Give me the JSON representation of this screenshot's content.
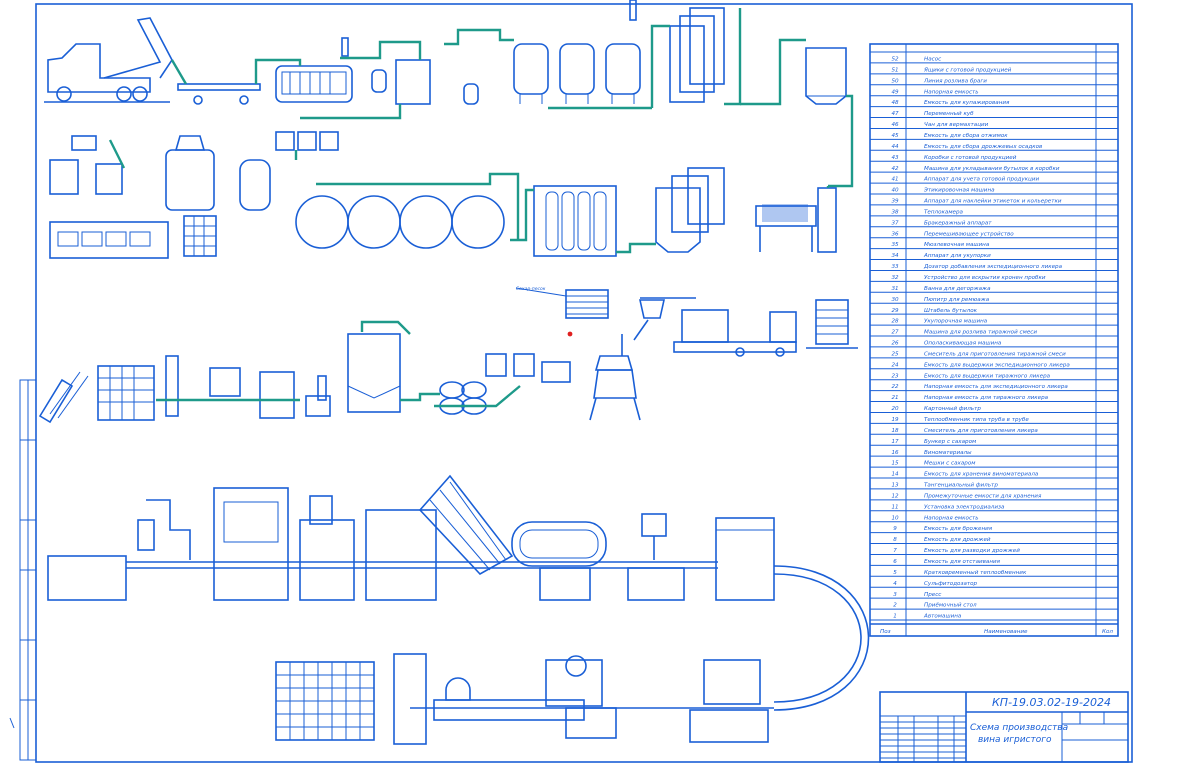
{
  "spec": {
    "header": {
      "pos": "Поз",
      "name": "Наименование",
      "qty": "Кол"
    },
    "rows": [
      {
        "num": "52",
        "name": "Насос"
      },
      {
        "num": "51",
        "name": "Ящики с готовой продукцией"
      },
      {
        "num": "50",
        "name": "Линия розлива браги"
      },
      {
        "num": "49",
        "name": "Напорная емкость"
      },
      {
        "num": "48",
        "name": "Емкость для купажирования"
      },
      {
        "num": "47",
        "name": "Переменный куб"
      },
      {
        "num": "46",
        "name": "Чан для вермахтации"
      },
      {
        "num": "45",
        "name": "Емкость для сбора отжимок"
      },
      {
        "num": "44",
        "name": "Емкость для сбора дрожжевых осадков"
      },
      {
        "num": "43",
        "name": "Коробки с готовой продукцией"
      },
      {
        "num": "42",
        "name": "Машина для укладывания бутылок в коробки"
      },
      {
        "num": "41",
        "name": "Аппарат для учета готовой продукции"
      },
      {
        "num": "40",
        "name": "Этикировочная машина"
      },
      {
        "num": "39",
        "name": "Аппарат для наклейки этикеток и кольеретки"
      },
      {
        "num": "38",
        "name": "Теплокамера"
      },
      {
        "num": "37",
        "name": "Бракеражный аппарат"
      },
      {
        "num": "36",
        "name": "Перемешивающее устройство"
      },
      {
        "num": "35",
        "name": "Мюзлевочная машина"
      },
      {
        "num": "34",
        "name": "Аппарат для укупорки"
      },
      {
        "num": "33",
        "name": "Дозатор добавления экспедиционного ликера"
      },
      {
        "num": "32",
        "name": "Устройство для вскрытия кронен пробки"
      },
      {
        "num": "31",
        "name": "Ванна для дегоржажа"
      },
      {
        "num": "30",
        "name": "Пюпитр для ремюажа"
      },
      {
        "num": "29",
        "name": "Штабель бутылок"
      },
      {
        "num": "28",
        "name": "Укупорочная машина"
      },
      {
        "num": "27",
        "name": "Машина для розлива тиражной смеси"
      },
      {
        "num": "26",
        "name": "Ополаскивающая машина"
      },
      {
        "num": "25",
        "name": "Смеситель для приготовления тиражной смеси"
      },
      {
        "num": "24",
        "name": "Емкость для выдержки экспедиционного ликера"
      },
      {
        "num": "23",
        "name": "Емкость для выдержки тиражного ликера"
      },
      {
        "num": "22",
        "name": "Напорная емкость для экспедиционного ликера"
      },
      {
        "num": "21",
        "name": "Напорная емкость для тиражного ликера"
      },
      {
        "num": "20",
        "name": "Картонный фильтр"
      },
      {
        "num": "19",
        "name": "Теплообменник типа труба в трубе"
      },
      {
        "num": "18",
        "name": "Смеситель для приготовления ликера"
      },
      {
        "num": "17",
        "name": "Бункер с сахаром"
      },
      {
        "num": "16",
        "name": "Виноматериалы"
      },
      {
        "num": "15",
        "name": "Мешки с сахаром"
      },
      {
        "num": "14",
        "name": "Емкость для хранения виноматериала"
      },
      {
        "num": "13",
        "name": "Тангенциальный фильтр"
      },
      {
        "num": "12",
        "name": "Промежуточные емкости для хранения"
      },
      {
        "num": "11",
        "name": "Установка электродиализа"
      },
      {
        "num": "10",
        "name": "Напорная емкость"
      },
      {
        "num": "9",
        "name": "Емкость для брожения"
      },
      {
        "num": "8",
        "name": "Емкость для дрожжей"
      },
      {
        "num": "7",
        "name": "Емкость для разводки дрожжей"
      },
      {
        "num": "6",
        "name": "Емкость для отстаивания"
      },
      {
        "num": "5",
        "name": "Кратковременный теплообменник"
      },
      {
        "num": "4",
        "name": "Сульфитодозатор"
      },
      {
        "num": "3",
        "name": "Пресс"
      },
      {
        "num": "2",
        "name": "Приёмочный стол"
      },
      {
        "num": "1",
        "name": "Автомашина"
      }
    ]
  },
  "titleblock": {
    "code": "КП-19.03.02-19-2024",
    "title_line1": "Схема производства",
    "title_line2": "вина игристого"
  },
  "labels": {
    "sugar_label": "Сахар-песок"
  },
  "colors": {
    "lines": "#1a5fd6",
    "pipes": "#1e9a8a",
    "marker": "#e02020"
  }
}
